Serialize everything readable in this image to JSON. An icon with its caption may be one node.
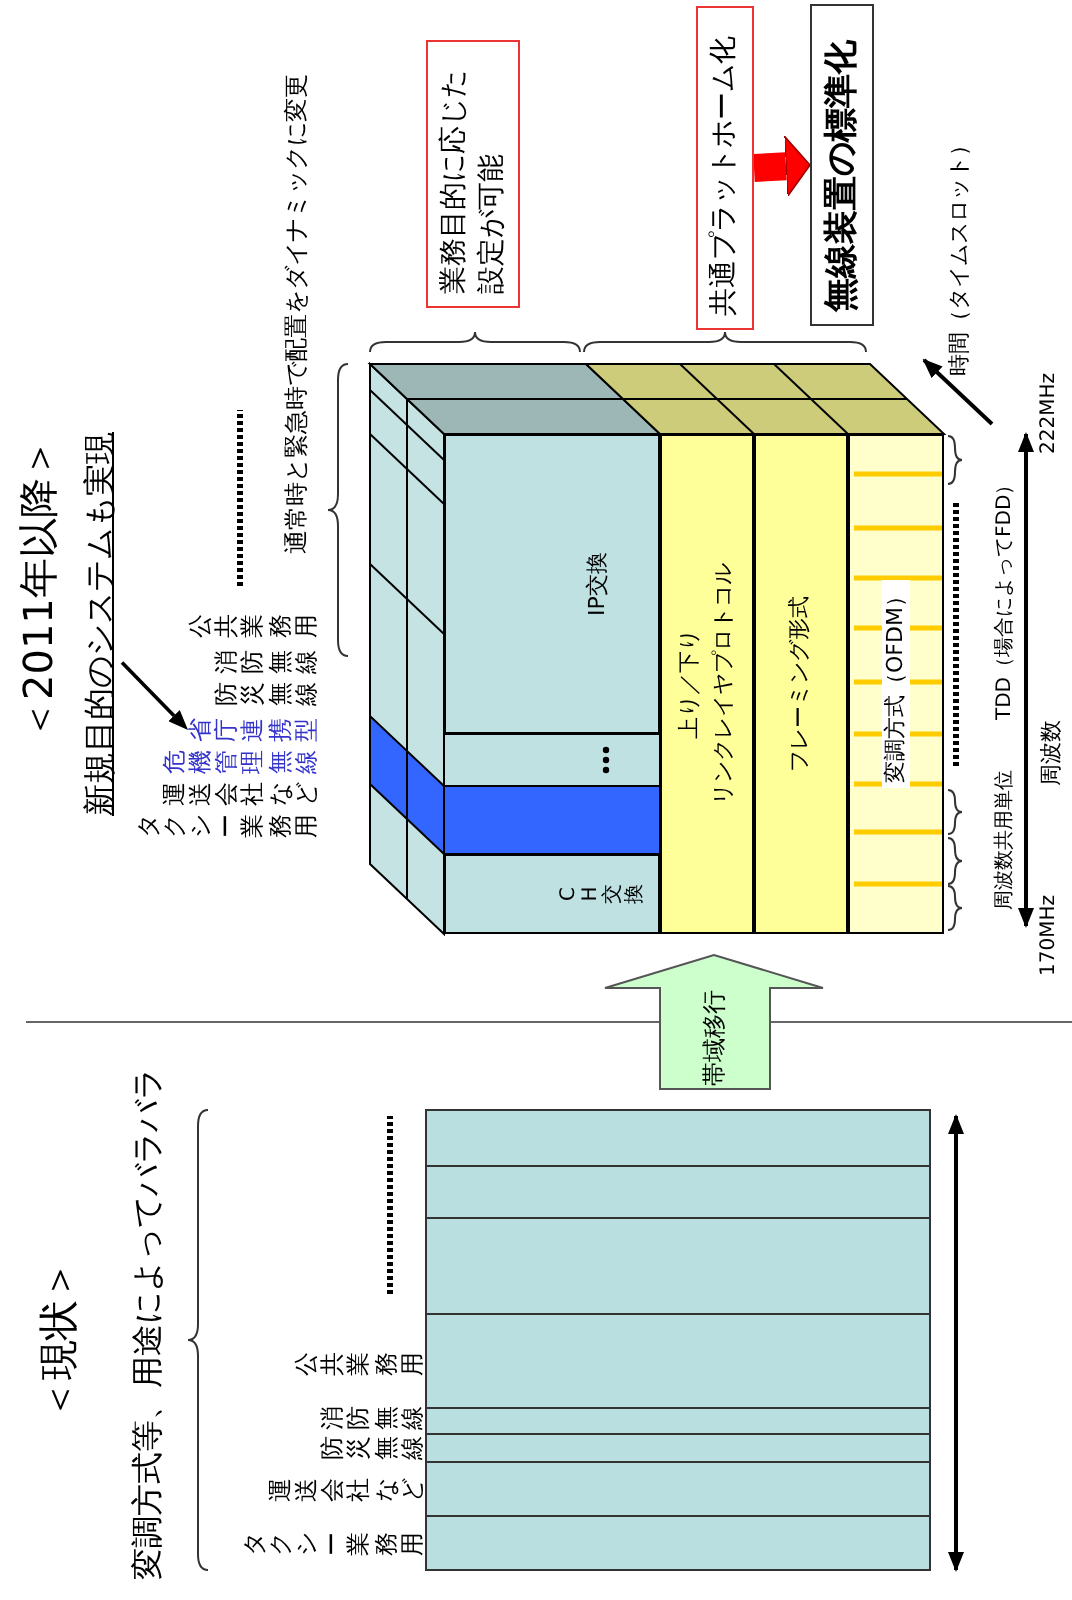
{
  "diagram": {
    "nodes": [
      {
        "text": [
          "新規目的のシステムも実現"
        ]
      },
      {
        "text": [
          "省庁連携型"
        ]
      },
      {
        "text": [
          "業務目的に応じた設定が可能"
        ]
      },
      {
        "text": [
          "共通プラットホーム化"
        ]
      },
      {
        "text": [
          "無線装置の標準化"
        ]
      },
      {
        "text": [
          "帯域移行"
        ]
      },
      {
        "text": [
          "IP交換"
        ]
      },
      {
        "text": [
          "CH交換"
        ]
      },
      {
        "text": [
          "上り／下り",
          "リンクレイヤプロトコル"
        ]
      },
      {
        "text": [
          "フレーミング形式"
        ]
      },
      {
        "text": [
          "変調方式（OFDM）"
        ]
      }
    ],
    "edges": [
      {
        "from": 0,
        "to": 1,
        "arrow": "to"
      },
      {
        "from": 3,
        "to": 4,
        "arrow": "to",
        "style": "thick",
        "color": "#ff0000"
      }
    ],
    "labels": [
      "＜現状＞",
      "変調方式等、用途によってバラバラ",
      "タクシー業務用",
      "運送会社など",
      "防災無線",
      "消防無線",
      "公共業務用",
      "＜2011年以降＞",
      "タクシー業務用",
      "運送会社など",
      "危機管理無線",
      "防災無線",
      "消防無線",
      "公共業務用",
      "通常時と緊急時で配置をダイナミックに変更",
      "時間（タイムスロット）",
      "TDD（場合によってFDD）",
      "周波数共用単位",
      "周波数",
      "170MHz",
      "222MHz"
    ]
  }
}
